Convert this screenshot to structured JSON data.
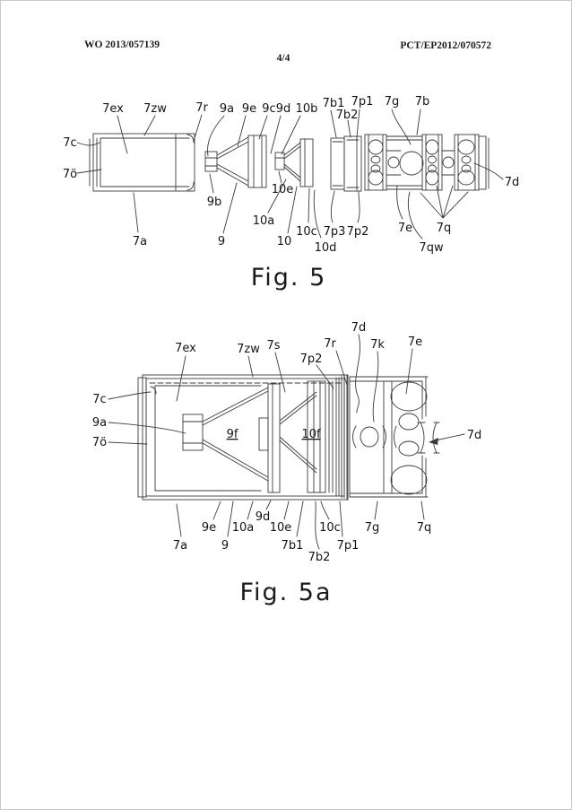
{
  "header": {
    "doc_number": "WO 2013/057139",
    "pub_number": "PCT/EP2012/070572",
    "page_indicator": "4/4"
  },
  "colors": {
    "ink": "#3a3a3a",
    "label_text": "#141414",
    "background": "#ffffff",
    "page_border": "#c9c9c9"
  },
  "fig5": {
    "caption": "Fig. 5",
    "labels": {
      "7ex": "7ex",
      "7zw": "7zw",
      "7r": "7r",
      "9a": "9a",
      "9e": "9e",
      "9c": "9c",
      "9d": "9d",
      "10b": "10b",
      "7b1": "7b1",
      "7b2": "7b2",
      "7p1": "7p1",
      "7g": "7g",
      "7b": "7b",
      "7c": "7c",
      "7oe": "7ö",
      "7d": "7d",
      "9b": "9b",
      "7a": "7a",
      "9": "9",
      "10a": "10a",
      "10e": "10e",
      "10": "10",
      "10c": "10c",
      "10d": "10d",
      "7p3": "7p3",
      "7p2": "7p2",
      "7e": "7e",
      "7q": "7q",
      "7qw": "7qw"
    }
  },
  "fig5a": {
    "caption": "Fig. 5a",
    "labels": {
      "7ex": "7ex",
      "7zw": "7zw",
      "7s": "7s",
      "7p2": "7p2",
      "7r": "7r",
      "7d": "7d",
      "7k": "7k",
      "7e": "7e",
      "7c": "7c",
      "9a": "9a",
      "7oe": "7ö",
      "9f": "9f",
      "10f": "10f",
      "7a": "7a",
      "9e": "9e",
      "9": "9",
      "10a": "10a",
      "9d": "9d",
      "10e": "10e",
      "7b1": "7b1",
      "7b2": "7b2",
      "10c": "10c",
      "7p1": "7p1",
      "7g": "7g",
      "7q": "7q"
    }
  }
}
